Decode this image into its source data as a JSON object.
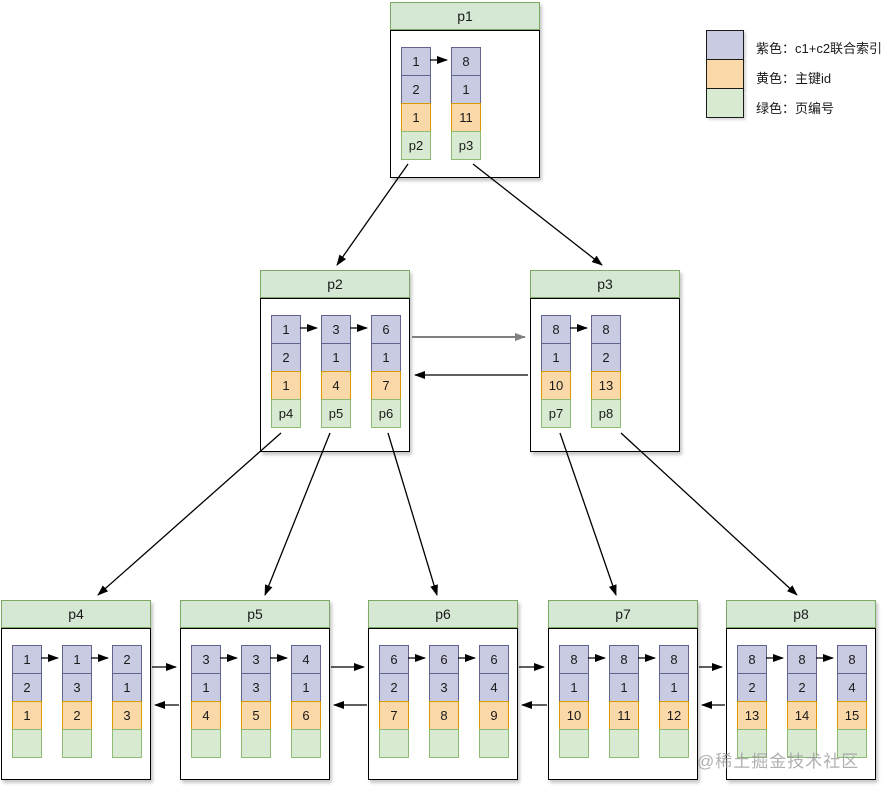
{
  "legend": {
    "items": [
      {
        "name": "purple",
        "swatch": "#c9cbe3",
        "border": "#62648e",
        "label": "紫色：c1+c2联合索引"
      },
      {
        "name": "orange",
        "swatch": "#fbd8a8",
        "border": "#d79b00",
        "label": "黄色：主键id"
      },
      {
        "name": "green",
        "swatch": "#d9ead3",
        "border": "#8fbc75",
        "label": "绿色：页编号"
      }
    ]
  },
  "watermark": "@稀土掘金技术社区",
  "colors": {
    "node_title_bg": "#d5e8d4",
    "purple_fill": "#c9cbe3",
    "purple_border": "#62648e",
    "orange_fill": "#fbd8a8",
    "orange_border": "#d79b00",
    "green_fill": "#d9ead3",
    "green_border": "#8fbc75",
    "edge": "#000000",
    "edge_gray": "#808080"
  },
  "tree": {
    "nodes": {
      "p1": {
        "title": "p1",
        "records": [
          {
            "c1": "1",
            "c2": "2",
            "id": "1",
            "page": "p2"
          },
          {
            "c1": "8",
            "c2": "1",
            "id": "11",
            "page": "p3"
          }
        ]
      },
      "p2": {
        "title": "p2",
        "records": [
          {
            "c1": "1",
            "c2": "2",
            "id": "1",
            "page": "p4"
          },
          {
            "c1": "3",
            "c2": "1",
            "id": "4",
            "page": "p5"
          },
          {
            "c1": "6",
            "c2": "1",
            "id": "7",
            "page": "p6"
          }
        ]
      },
      "p3": {
        "title": "p3",
        "records": [
          {
            "c1": "8",
            "c2": "1",
            "id": "10",
            "page": "p7"
          },
          {
            "c1": "8",
            "c2": "2",
            "id": "13",
            "page": "p8"
          }
        ]
      },
      "p4": {
        "title": "p4",
        "records": [
          {
            "c1": "1",
            "c2": "2",
            "id": "1",
            "page": ""
          },
          {
            "c1": "1",
            "c2": "3",
            "id": "2",
            "page": ""
          },
          {
            "c1": "2",
            "c2": "1",
            "id": "3",
            "page": ""
          }
        ]
      },
      "p5": {
        "title": "p5",
        "records": [
          {
            "c1": "3",
            "c2": "1",
            "id": "4",
            "page": ""
          },
          {
            "c1": "3",
            "c2": "3",
            "id": "5",
            "page": ""
          },
          {
            "c1": "4",
            "c2": "1",
            "id": "6",
            "page": ""
          }
        ]
      },
      "p6": {
        "title": "p6",
        "records": [
          {
            "c1": "6",
            "c2": "2",
            "id": "7",
            "page": ""
          },
          {
            "c1": "6",
            "c2": "3",
            "id": "8",
            "page": ""
          },
          {
            "c1": "6",
            "c2": "4",
            "id": "9",
            "page": ""
          }
        ]
      },
      "p7": {
        "title": "p7",
        "records": [
          {
            "c1": "8",
            "c2": "1",
            "id": "10",
            "page": ""
          },
          {
            "c1": "8",
            "c2": "1",
            "id": "11",
            "page": ""
          },
          {
            "c1": "8",
            "c2": "1",
            "id": "12",
            "page": ""
          }
        ]
      },
      "p8": {
        "title": "p8",
        "records": [
          {
            "c1": "8",
            "c2": "2",
            "id": "13",
            "page": ""
          },
          {
            "c1": "8",
            "c2": "2",
            "id": "14",
            "page": ""
          },
          {
            "c1": "8",
            "c2": "4",
            "id": "15",
            "page": ""
          }
        ]
      }
    },
    "edges": [
      {
        "from": "p1.record0.page",
        "to": "p2"
      },
      {
        "from": "p1.record1.page",
        "to": "p3"
      },
      {
        "from": "p2.record0.page",
        "to": "p4"
      },
      {
        "from": "p2.record1.page",
        "to": "p5"
      },
      {
        "from": "p2.record2.page",
        "to": "p6"
      },
      {
        "from": "p3.record0.page",
        "to": "p7"
      },
      {
        "from": "p3.record1.page",
        "to": "p8"
      },
      {
        "from": "p2",
        "to": "p3",
        "type": "sibling-double-arrow"
      },
      {
        "from": "p4",
        "to": "p5",
        "type": "sibling-double-arrow"
      },
      {
        "from": "p5",
        "to": "p6",
        "type": "sibling-double-arrow"
      },
      {
        "from": "p6",
        "to": "p7",
        "type": "sibling-double-arrow"
      },
      {
        "from": "p7",
        "to": "p8",
        "type": "sibling-double-arrow"
      }
    ]
  }
}
